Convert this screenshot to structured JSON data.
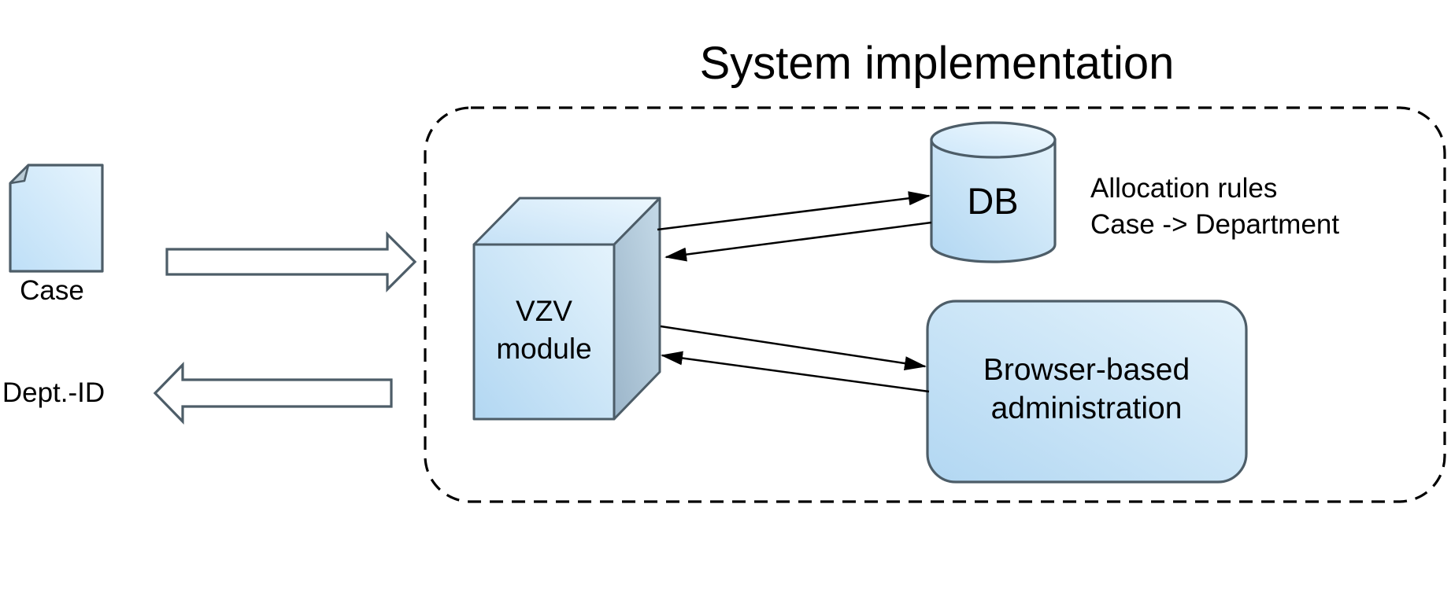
{
  "title": "System implementation",
  "external": {
    "case_label": "Case",
    "dept_id_label": "Dept.-ID"
  },
  "nodes": {
    "vzv_line1": "VZV",
    "vzv_line2": "module",
    "db_label": "DB",
    "db_note_line1": "Allocation rules",
    "db_note_line2": "Case -> Department",
    "browser_line1": "Browser-based",
    "browser_line2": "administration"
  },
  "colors": {
    "shape_fill_dark": "#b2d7f2",
    "shape_fill_light": "#e4f3fc",
    "shape_side_dark": "#9cb6ca",
    "shape_side_light": "#c4d9e7",
    "shape_stroke": "#4d5d68",
    "boundary_stroke": "#000000",
    "connector_stroke": "#000000",
    "block_arrow_fill": "#ffffff",
    "text_color": "#000000",
    "background": "#ffffff"
  }
}
